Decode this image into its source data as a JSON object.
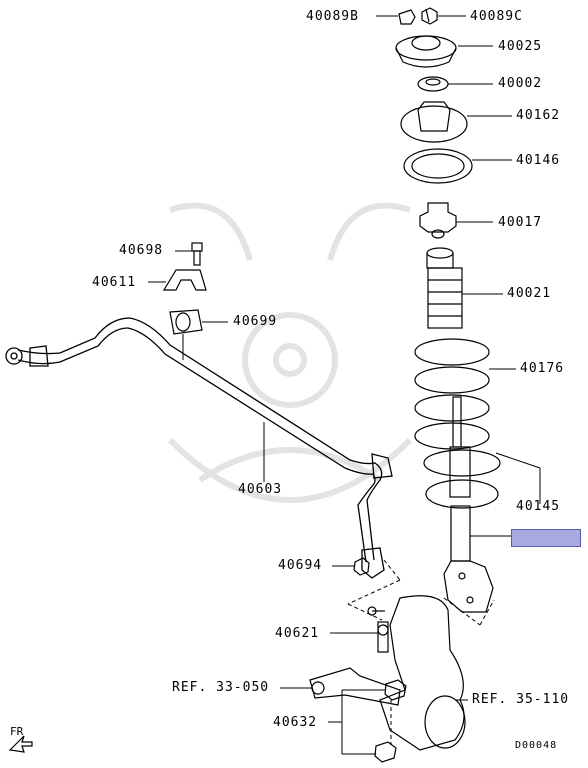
{
  "parts": {
    "p40089B": "40089B",
    "p40089C": "40089C",
    "p40025": "40025",
    "p40002": "40002",
    "p40162": "40162",
    "p40146": "40146",
    "p40017": "40017",
    "p40021": "40021",
    "p40176": "40176",
    "p40145": "40145",
    "p40698": "40698",
    "p40611": "40611",
    "p40699": "40699",
    "p40603": "40603",
    "p40694": "40694",
    "p40621": "40621",
    "p40632": "40632",
    "ref1": "REF. 33-050",
    "ref2": "REF. 35-110"
  },
  "direction_label": "FR",
  "diagram_code": "D00048",
  "highlight_color": "#a9a9df"
}
